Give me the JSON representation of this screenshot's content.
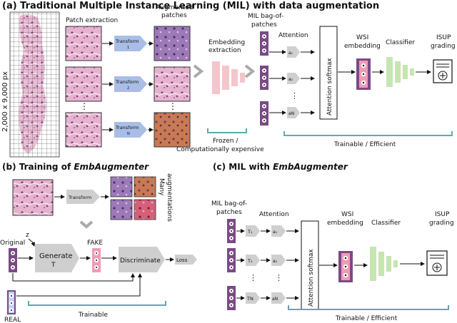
{
  "panel_a": {
    "title": "(a) Traditional Multiple Instance Learning (MIL) with data augmentation",
    "wsi_size": "2,000 x 9,000 px",
    "patch_extraction": "Patch extraction",
    "augmented_patches": "Augmented patches",
    "transform": "Transform",
    "t1_sub": "1",
    "t2_sub": "2",
    "tn_sub": "N",
    "embedding_extraction": "Embedding extraction",
    "mil_bag": "MIL bag-of-patches",
    "attention": "Attention",
    "a1": "a₁",
    "a2": "a₂",
    "an": "aN",
    "attention_softmax": "Attention softmax",
    "wsi_embedding": "WSI embedding",
    "classifier": "Classifier",
    "isup": "ISUP grading",
    "frozen": "Frozen / Computationally expensive",
    "trainable": "Trainable / Efficient",
    "dots": "⋮"
  },
  "panel_b": {
    "title_prefix": "(b) Training of ",
    "title_em": "EmbAugmenter",
    "transform": "Transform",
    "many": "Many augmentations",
    "original": "Original",
    "z": "z",
    "generate": "Generate",
    "generate_sym": "T",
    "fake": "FAKE",
    "discriminate": "Discriminate",
    "loss": "Loss",
    "real": "REAL",
    "trainable": "Trainable"
  },
  "panel_c": {
    "title_prefix": "(c) MIL with ",
    "title_em": "EmbAugmenter",
    "mil_bag": "MIL bag-of-patches",
    "attention": "Attention",
    "t1": "T₁",
    "t2": "T₂",
    "tn": "TN",
    "a1": "a₁",
    "a2": "a₂",
    "an": "aN",
    "attention_softmax": "Attention softmax",
    "wsi_embedding": "WSI embedding",
    "classifier": "Classifier",
    "isup": "ISUP grading",
    "trainable": "Trainable / Efficient",
    "dots": "⋮"
  },
  "colors": {
    "transform_blue": "#a9bde6",
    "embed_pink": "#f3c6cb",
    "bag_purple": "#7b4a86",
    "fake_pink": "#f19bb6",
    "classifier_green": "#c5e6b0",
    "gray_box": "#cfcfcf",
    "bracket": "#5fa8b0",
    "tissue_pink": "#e8a7c9",
    "tissue_dark": "#b25a8f"
  },
  "icons": [
    "bag-icon",
    "grading-report-icon",
    "chevron-icon"
  ]
}
